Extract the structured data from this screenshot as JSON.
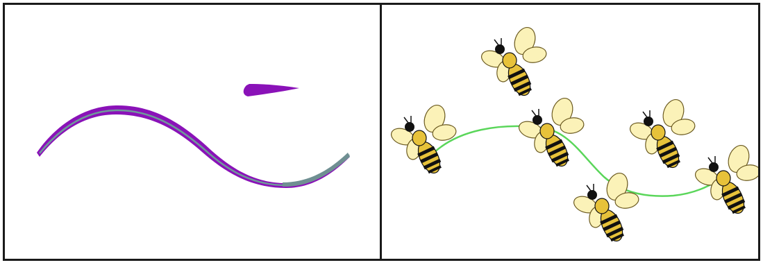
{
  "colors": {
    "border": "#1a1a1a",
    "stroke_fill": "#8a12b8",
    "stroke_spine": "#6f9a9a",
    "stroke_tail": "#6f8f92",
    "dab_fill": "#8a12b8",
    "path_green": "#5ad65a",
    "bee_wing": "#fbf2b8",
    "bee_wing_outline": "#6b5a20",
    "bee_body_yellow": "#e7c23a",
    "bee_body_black": "#111111"
  },
  "panels": {
    "left": {
      "content": "brush-stroke"
    },
    "right": {
      "content": "bees-along-path"
    }
  },
  "bees": [
    {
      "id": "bee-1"
    },
    {
      "id": "bee-2"
    },
    {
      "id": "bee-3"
    },
    {
      "id": "bee-4"
    },
    {
      "id": "bee-5"
    },
    {
      "id": "bee-6"
    }
  ]
}
